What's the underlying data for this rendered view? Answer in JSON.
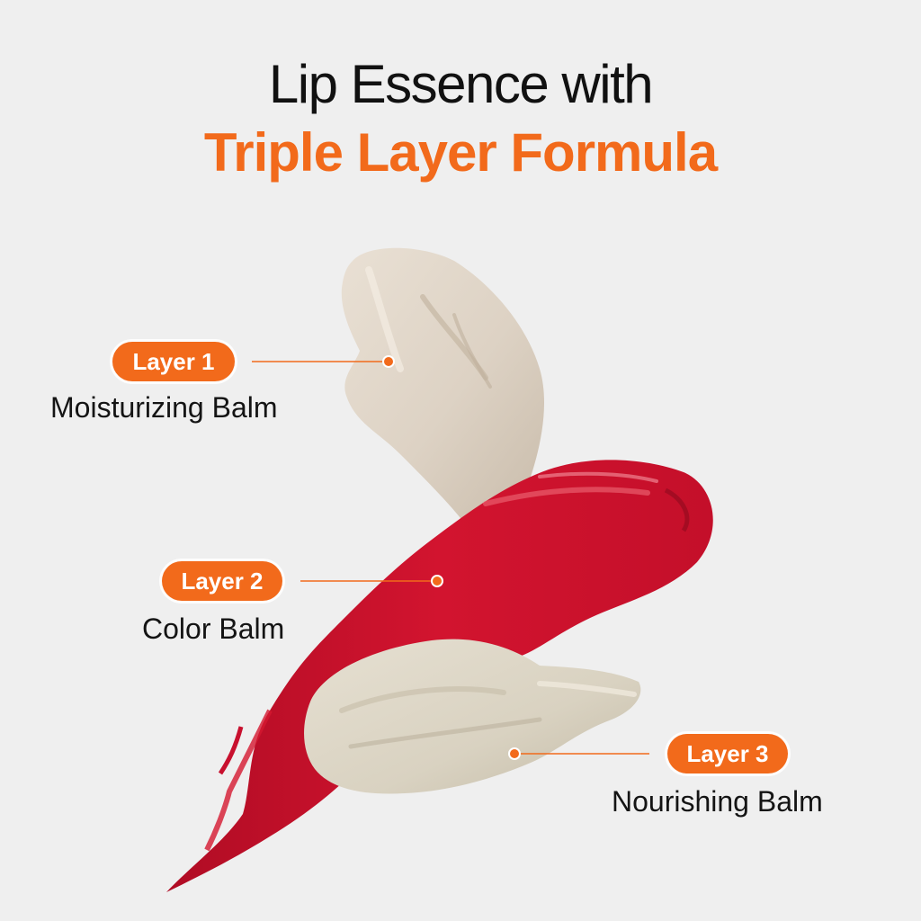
{
  "heading": {
    "line1": "Lip Essence with",
    "line2": "Triple Layer Formula"
  },
  "layers": [
    {
      "badge": "Layer 1",
      "name": "Moisturizing Balm"
    },
    {
      "badge": "Layer 2",
      "name": "Color Balm"
    },
    {
      "badge": "Layer 3",
      "name": "Nourishing Balm"
    }
  ],
  "colors": {
    "accent": "#f26a1b",
    "background": "#efefef",
    "beige_balm": "#ddd3c6",
    "red_balm": "#c8102e",
    "cream_balm": "#dcd6c6"
  }
}
